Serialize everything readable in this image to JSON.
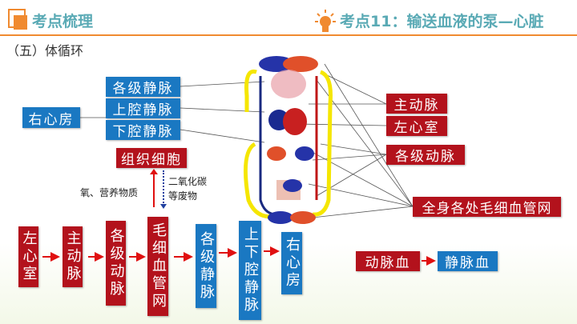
{
  "header": {
    "section": "考点梳理",
    "topic": "考点11：输送血液的泵—心脏"
  },
  "subtitle": "（五）体循环",
  "diagram_labels": {
    "left": [
      "各级静脉",
      "上腔静脉",
      "下腔静脉"
    ],
    "right_atrium": "右心房",
    "right": [
      "主动脉",
      "左心室",
      "各级动脉",
      "全身各处毛细血管网"
    ],
    "tissue": "组织细胞",
    "in_label": "氧、营养物质",
    "out_label_1": "二氧化碳",
    "out_label_2": "等废物"
  },
  "flow": [
    {
      "label": "左心室",
      "color": "red"
    },
    {
      "label": "主动脉",
      "color": "red"
    },
    {
      "label": "各级动脉",
      "color": "red"
    },
    {
      "label": "毛细血管网",
      "color": "red"
    },
    {
      "label": "各级静脉",
      "color": "blue"
    },
    {
      "label": "上下腔静脉",
      "color": "blue"
    },
    {
      "label": "右心房",
      "color": "blue"
    }
  ],
  "blood_change": {
    "from": "动脉血",
    "to": "静脉血"
  },
  "colors": {
    "red": "#b3121c",
    "blue": "#1a78c2",
    "accent": "#f08a30",
    "teal": "#5aaab5"
  }
}
